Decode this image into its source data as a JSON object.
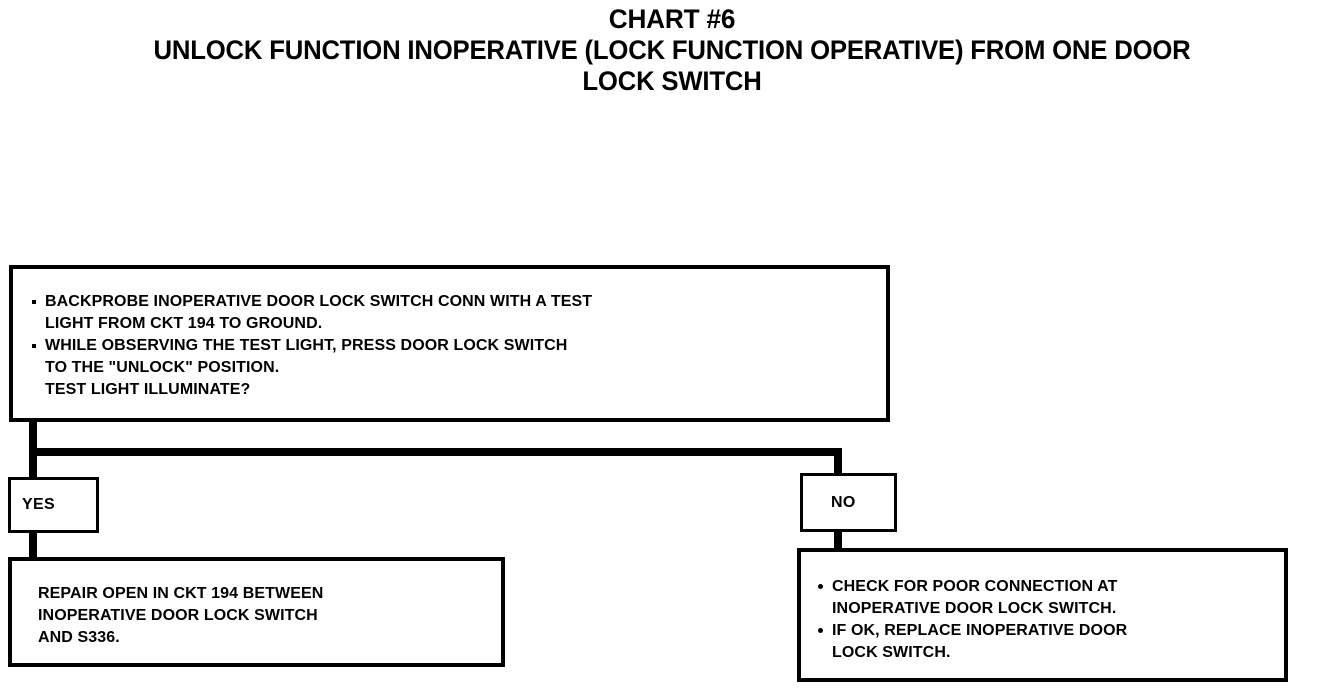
{
  "title": {
    "line1": "CHART #6",
    "line2": "UNLOCK FUNCTION INOPERATIVE (LOCK FUNCTION OPERATIVE) FROM ONE DOOR",
    "line3": "LOCK SWITCH"
  },
  "decision": {
    "items": [
      {
        "lines": [
          "BACKPROBE INOPERATIVE DOOR LOCK SWITCH CONN WITH A TEST",
          "LIGHT FROM CKT 194 TO GROUND."
        ]
      },
      {
        "lines": [
          "WHILE OBSERVING THE TEST LIGHT, PRESS DOOR LOCK SWITCH",
          "TO THE \"UNLOCK\" POSITION.",
          "TEST LIGHT ILLUMINATE?"
        ]
      }
    ]
  },
  "branches": {
    "yes_label": "YES",
    "no_label": "NO"
  },
  "result_yes": {
    "lines": [
      "REPAIR OPEN IN CKT 194 BETWEEN",
      "INOPERATIVE DOOR LOCK SWITCH",
      "AND S336."
    ]
  },
  "result_no": {
    "items": [
      {
        "lines": [
          "CHECK FOR POOR CONNECTION AT",
          "INOPERATIVE DOOR LOCK SWITCH."
        ]
      },
      {
        "lines": [
          "IF OK, REPLACE INOPERATIVE DOOR",
          "LOCK SWITCH."
        ]
      }
    ]
  },
  "colors": {
    "ink": "#000000",
    "paper": "#ffffff"
  }
}
